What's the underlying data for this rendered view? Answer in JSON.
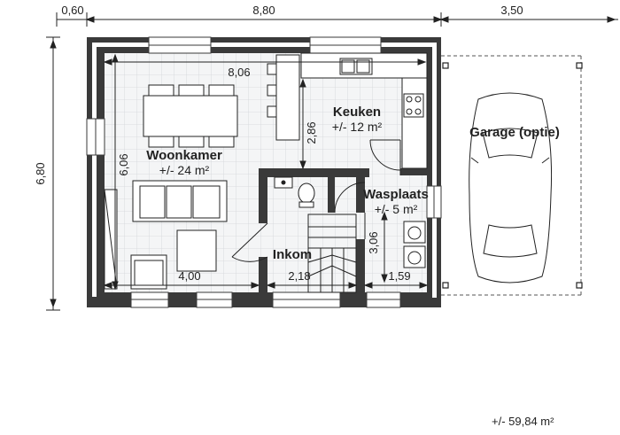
{
  "dimensions": {
    "top_left": "0,60",
    "top_middle": "8,80",
    "top_right": "3,50",
    "left_height": "6,80",
    "living_width_inner": "8,06",
    "living_height": "6,06",
    "kitchen_height": "2,86",
    "living_bottom": "4,00",
    "hall_width": "2,18",
    "laundry_height": "3,06",
    "laundry_width": "1,59"
  },
  "rooms": {
    "living": {
      "name": "Woonkamer",
      "area": "+/- 24 m²"
    },
    "kitchen": {
      "name": "Keuken",
      "area": "+/- 12 m²"
    },
    "laundry": {
      "name": "Wasplaats",
      "area": "+/- 5 m²"
    },
    "hall": {
      "name": "Inkom"
    },
    "garage": {
      "name": "Garage (optie)"
    }
  },
  "total_area": "+/- 59,84 m²",
  "colors": {
    "wall": "#3a3a3a",
    "grid": "#cfd3d6",
    "line": "#222222"
  }
}
